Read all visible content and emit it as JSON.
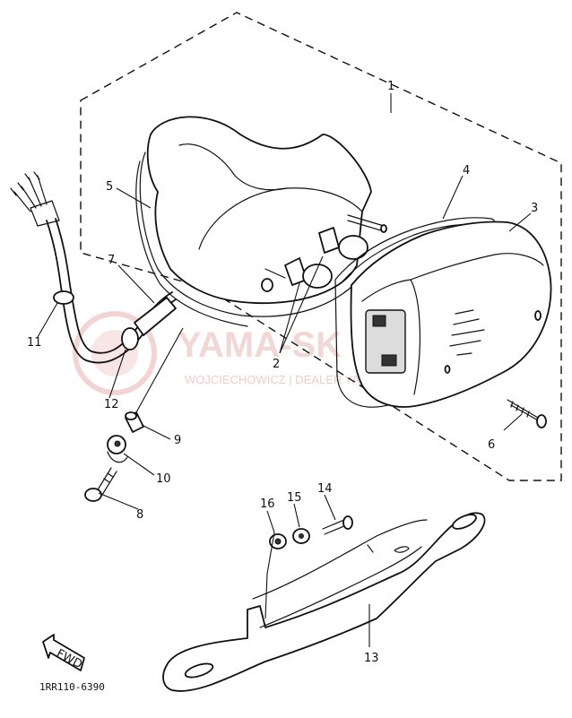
{
  "callouts": {
    "c1": "1",
    "c2": "2",
    "c3": "3",
    "c4": "4",
    "c5": "5",
    "c6": "6",
    "c7": "7",
    "c8": "8",
    "c9": "9",
    "c10": "10",
    "c11": "11",
    "c12": "12",
    "c13": "13",
    "c14": "14",
    "c15": "15",
    "c16": "16"
  },
  "fwd_label": "FWD",
  "part_code": "1RR110-6390",
  "watermark": {
    "brand": "YAMA-SK   .PL",
    "subtitle": "WOJCIECHOWICZ | DEALER YAMAHA"
  },
  "colors": {
    "ink": "#111111",
    "watermark": "#e9b7b7",
    "background": "#ffffff"
  }
}
